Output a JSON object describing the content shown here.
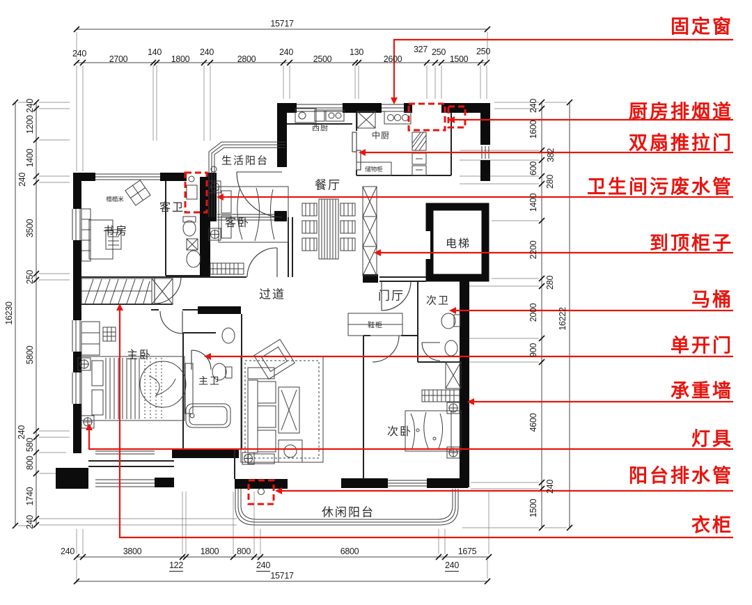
{
  "annotations": {
    "color": "#e8150f",
    "items": [
      {
        "id": "fixed-window",
        "label": "固定窗"
      },
      {
        "id": "kitchen-exhaust",
        "label": "厨房排烟道"
      },
      {
        "id": "double-sliding-door",
        "label": "双扇推拉门"
      },
      {
        "id": "bath-waste-pipes",
        "label": "卫生间污废水管"
      },
      {
        "id": "ceiling-cabinet",
        "label": "到顶柜子"
      },
      {
        "id": "toilet",
        "label": "马桶"
      },
      {
        "id": "single-door",
        "label": "单开门"
      },
      {
        "id": "load-bearing-wall",
        "label": "承重墙"
      },
      {
        "id": "light-fixture",
        "label": "灯具"
      },
      {
        "id": "balcony-drain-pipe",
        "label": "阳台排水管"
      },
      {
        "id": "wardrobe",
        "label": "衣柜"
      }
    ]
  },
  "rooms": [
    {
      "id": "service-balcony",
      "label": "生活阳台"
    },
    {
      "id": "west-kitchen",
      "label": "西厨"
    },
    {
      "id": "chinese-kitchen",
      "label": "中厨"
    },
    {
      "id": "storage-cabinet",
      "label": "储物柜"
    },
    {
      "id": "dining-room",
      "label": "餐厅"
    },
    {
      "id": "guest-bath",
      "label": "客卫"
    },
    {
      "id": "tatami",
      "label": "榻榻米"
    },
    {
      "id": "study",
      "label": "书房"
    },
    {
      "id": "guest-bedroom",
      "label": "客卧"
    },
    {
      "id": "corridor",
      "label": "过道"
    },
    {
      "id": "entry-hall",
      "label": "门厅"
    },
    {
      "id": "elevator",
      "label": "电梯"
    },
    {
      "id": "second-bath",
      "label": "次卫"
    },
    {
      "id": "shoe-cabinet",
      "label": "鞋柜"
    },
    {
      "id": "master-bedroom",
      "label": "主卧"
    },
    {
      "id": "master-bath",
      "label": "主卫"
    },
    {
      "id": "second-bedroom",
      "label": "次卧"
    },
    {
      "id": "leisure-balcony",
      "label": "休闲阳台"
    }
  ],
  "dimensions": {
    "top": {
      "overall": "15717",
      "segments": [
        "240",
        "2700",
        "140",
        "1800",
        "240",
        "2800",
        "240",
        "2500",
        "130",
        "2600",
        "327",
        "250",
        "1500",
        "250"
      ]
    },
    "bottom": {
      "overall": "15717",
      "segments": [
        "240",
        "3800",
        "122",
        "1800",
        "800",
        "240",
        "6800",
        "240",
        "1675"
      ]
    },
    "left": {
      "overall": "16230",
      "segments": [
        "240",
        "1200",
        "1400",
        "240",
        "3500",
        "250",
        "5800",
        "240",
        "580",
        "800",
        "1740",
        "240"
      ]
    },
    "right": {
      "overall": "16222",
      "segments": [
        "240",
        "1600",
        "382",
        "600",
        "280",
        "1400",
        "2200",
        "280",
        "2000",
        "900",
        "4600",
        "240",
        "1500"
      ]
    }
  }
}
